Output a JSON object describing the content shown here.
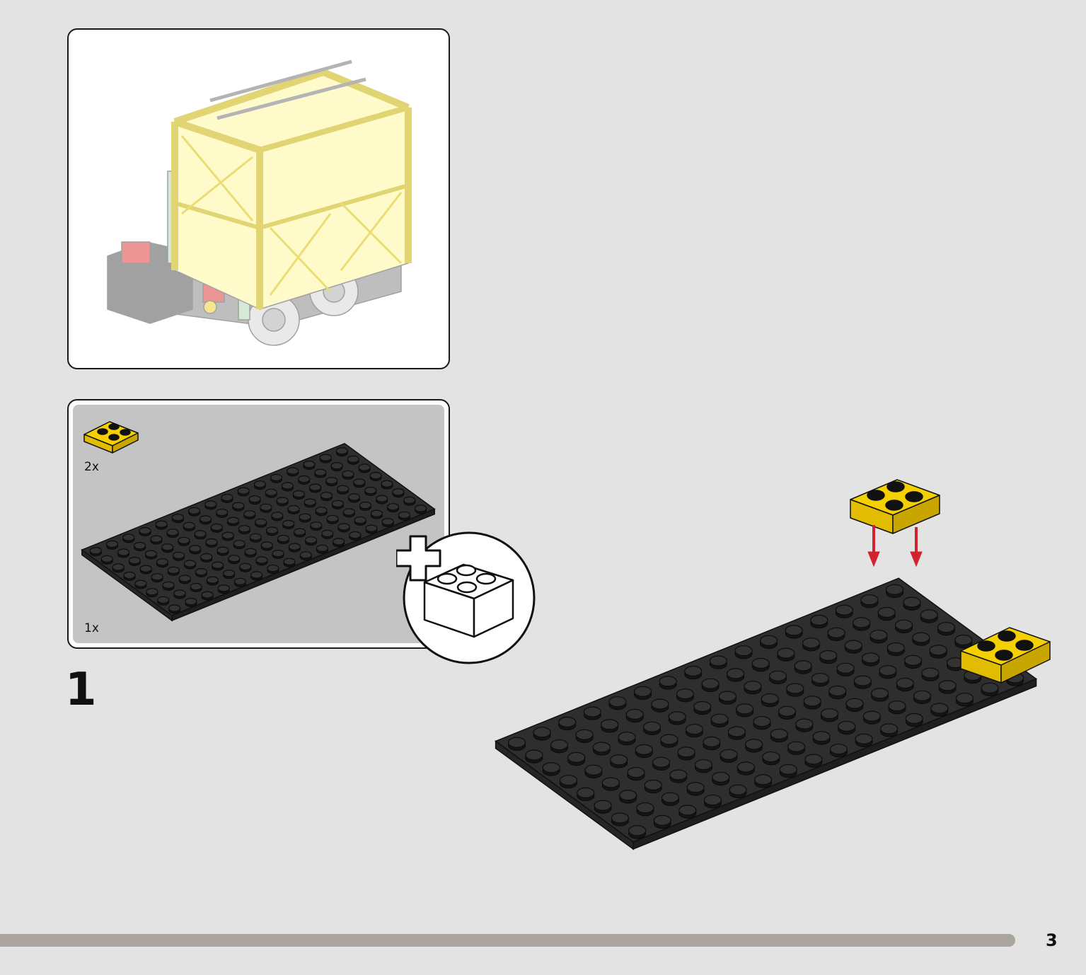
{
  "page": {
    "number": "3"
  },
  "step": {
    "number": "1"
  },
  "parts_list": {
    "items": [
      {
        "part": "yellow-2x2-plate",
        "quantity": "2x"
      },
      {
        "part": "black-baseplate-8x16",
        "quantity": "1x"
      }
    ]
  },
  "icons": {
    "new_part_badge": "add-part-icon",
    "assembly_arrows": "insert-arrow-icon"
  },
  "colors": {
    "background": "#e3e3e3",
    "panel_fill": "#c4c4c4",
    "plate_black": "#2b2b2b",
    "brick_yellow": "#f5d000",
    "arrow_red": "#d2222d",
    "progress_bar": "#aaa59f"
  }
}
